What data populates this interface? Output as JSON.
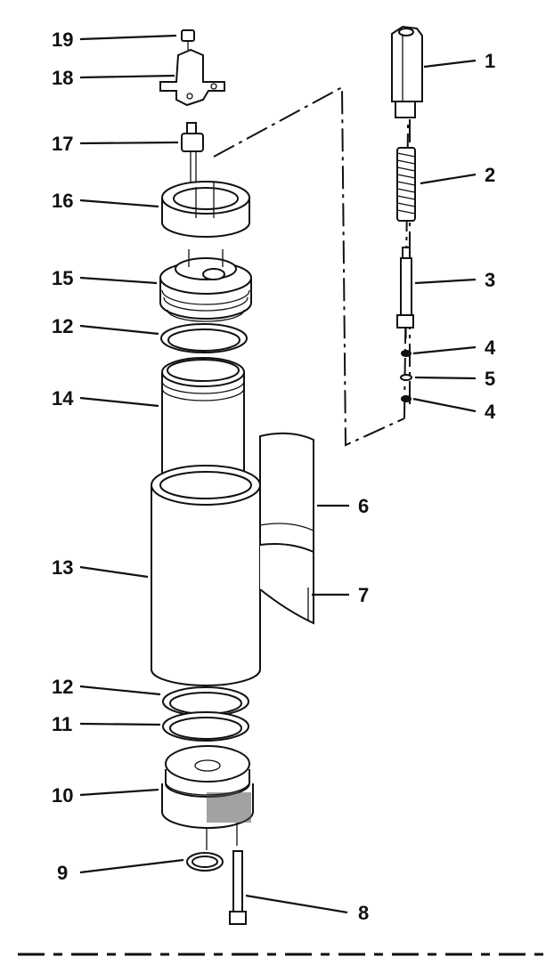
{
  "labels": {
    "l1": "1",
    "l2": "2",
    "l3": "3",
    "l4a": "4",
    "l5": "5",
    "l4b": "4",
    "l6": "6",
    "l7": "7",
    "l8": "8",
    "l9": "9",
    "l10": "10",
    "l11": "11",
    "l12a": "12",
    "l12b": "12",
    "l13": "13",
    "l14": "14",
    "l15": "15",
    "l16": "16",
    "l17": "17",
    "l18": "18",
    "l19": "19"
  }
}
